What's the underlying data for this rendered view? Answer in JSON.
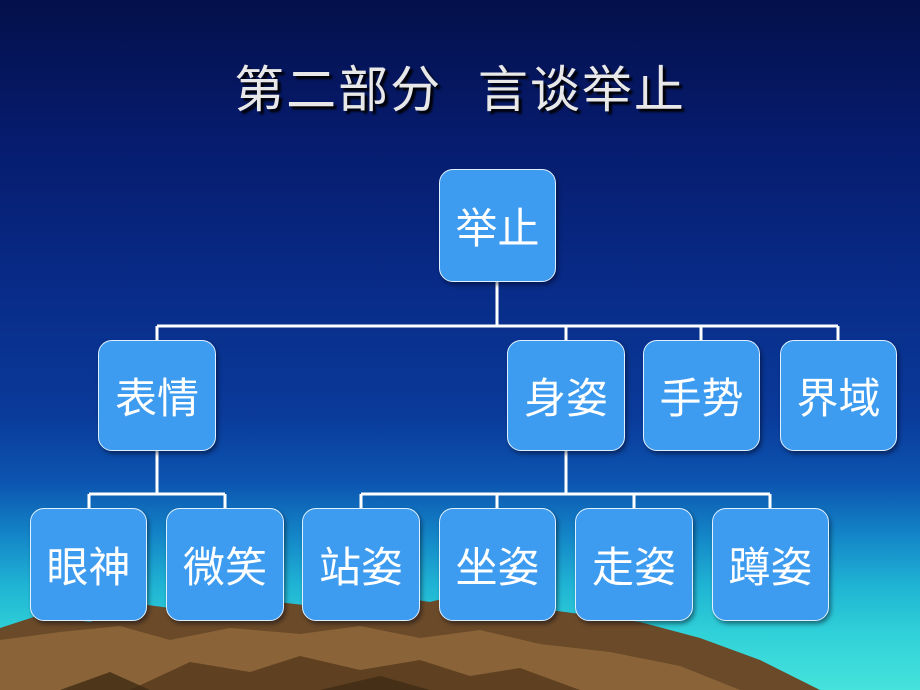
{
  "title": "第二部分  言谈举止",
  "colors": {
    "node_fill": "#3d9cf0",
    "node_border": "#dff0ff",
    "connector": "#ffffff",
    "title_text": "#e8e8e8"
  },
  "tree": {
    "root": "举止",
    "branches": [
      {
        "label": "表情",
        "children": [
          "眼神",
          "微笑"
        ]
      },
      {
        "label": "身姿",
        "children": [
          "站姿",
          "坐姿",
          "走姿",
          "蹲姿"
        ]
      },
      {
        "label": "手势",
        "children": []
      },
      {
        "label": "界域",
        "children": []
      }
    ]
  }
}
